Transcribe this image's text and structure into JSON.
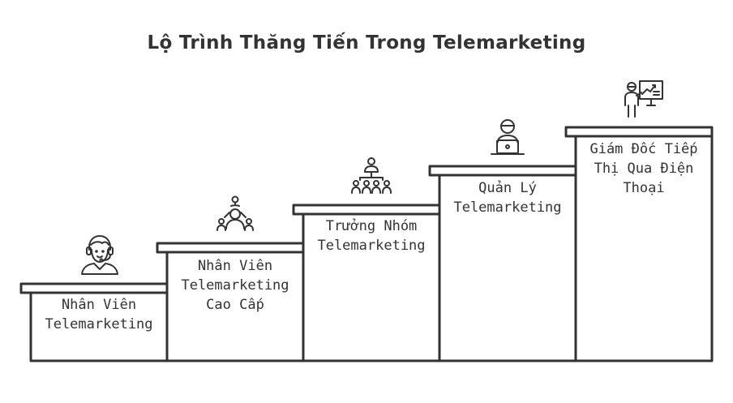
{
  "title": "Lộ Trình Thăng Tiến Trong Telemarketing",
  "colors": {
    "stroke": "#333333",
    "background": "#ffffff",
    "text": "#333333"
  },
  "steps": [
    {
      "label": "Nhân Viên\nTelemarketing",
      "icon": "telemarketer-headset-icon"
    },
    {
      "label": "Nhân Viên\nTelemarketing\nCao Cấp",
      "icon": "senior-agent-network-icon"
    },
    {
      "label": "Trưởng Nhóm\nTelemarketing",
      "icon": "team-leader-group-icon"
    },
    {
      "label": "Quản Lý\nTelemarketing",
      "icon": "manager-laptop-icon"
    },
    {
      "label": "Giám Đốc Tiếp\nThị Qua Điện\nThoại",
      "icon": "director-presentation-icon"
    }
  ]
}
